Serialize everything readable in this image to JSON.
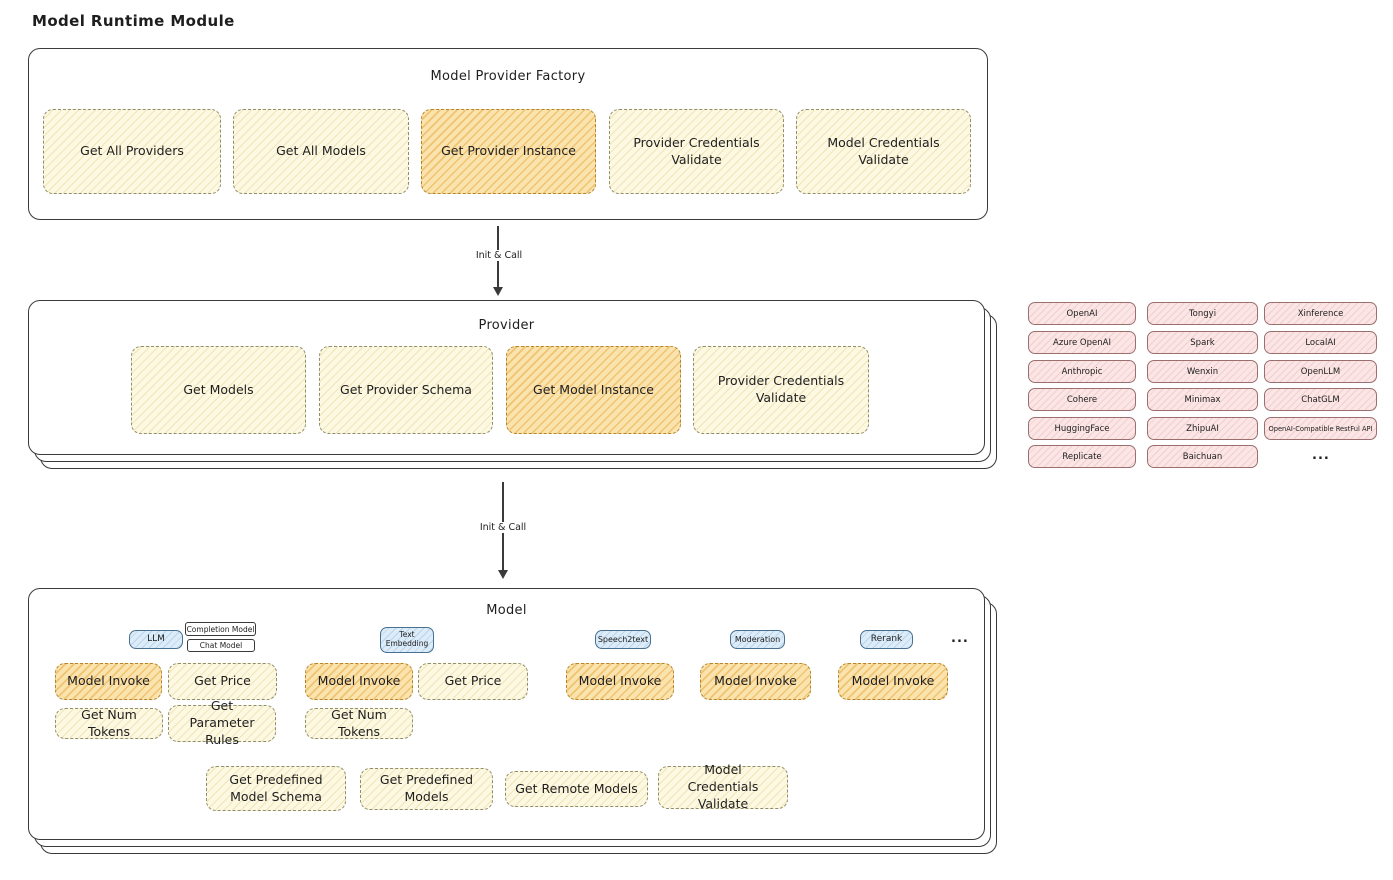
{
  "page": {
    "title": "Model Runtime Module"
  },
  "colors": {
    "yellow_fill": "#fdf8e1",
    "orange_fill": "#fbe3ae",
    "pink_fill": "#fbe5e5",
    "blue_fill": "#dcecf9",
    "outline": "#3a3a3a"
  },
  "factory": {
    "title": "Model Provider Factory",
    "boxes": [
      "Get All Providers",
      "Get All Models",
      "Get Provider Instance",
      "Provider Credentials Validate",
      "Model Credentials Validate"
    ]
  },
  "arrows": {
    "init_call_1": "Init & Call",
    "init_call_2": "Init & Call"
  },
  "provider": {
    "title": "Provider",
    "boxes": [
      "Get Models",
      "Get Provider Schema",
      "Get Model Instance",
      "Provider Credentials Validate"
    ]
  },
  "provider_list": {
    "col1": [
      "OpenAI",
      "Azure OpenAI",
      "Anthropic",
      "Cohere",
      "HuggingFace",
      "Replicate"
    ],
    "col2": [
      "Tongyi",
      "Spark",
      "Wenxin",
      "Minimax",
      "ZhipuAI",
      "Baichuan"
    ],
    "col3": [
      "Xinference",
      "LocalAI",
      "OpenLLM",
      "ChatGLM",
      "OpenAI-Compatible RestFul API"
    ],
    "ellipsis": "..."
  },
  "model": {
    "title": "Model",
    "tags": {
      "llm": "LLM",
      "completion_model": "Completion Model",
      "chat_model": "Chat Model",
      "text_embedding": "Text Embedding",
      "speech2text": "Speech2text",
      "moderation": "Moderation",
      "rerank": "Rerank",
      "ellipsis": "..."
    },
    "ops": {
      "model_invoke": "Model Invoke",
      "get_price": "Get Price",
      "get_num_tokens": "Get Num Tokens",
      "get_parameter_rules": "Get Parameter Rules",
      "get_predefined_model_schema": "Get Predefined Model Schema",
      "get_predefined_models": "Get Predefined Models",
      "get_remote_models": "Get Remote Models",
      "model_credentials_validate": "Model Credentials Validate"
    }
  }
}
